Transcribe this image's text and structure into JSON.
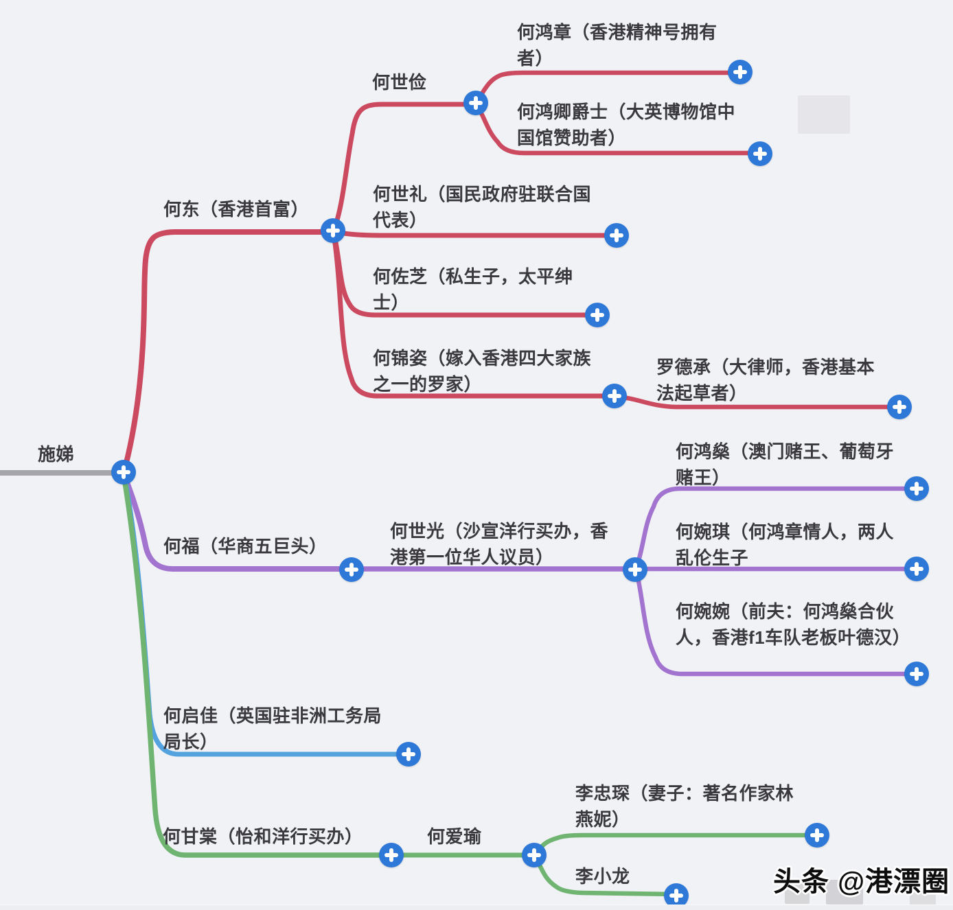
{
  "watermark": {
    "text": "头条 @港漂圈"
  },
  "icons": {
    "expand_button": "plus"
  },
  "colors": {
    "red": "#cb4a5f",
    "purple": "#a274cf",
    "blue_branch": "#54a2de",
    "green": "#6fb470",
    "gray": "#a6a6a8",
    "button": "#2e78d8"
  },
  "root": {
    "label": "施娣"
  },
  "branches": [
    {
      "label": "何东（香港首富）",
      "children": [
        {
          "label": "何世俭",
          "children": [
            {
              "label": "何鸿章（香港精神号拥有者）"
            },
            {
              "label": "何鸿卿爵士（大英博物馆中国馆赞助者）"
            }
          ]
        },
        {
          "label": "何世礼（国民政府驻联合国代表）"
        },
        {
          "label": "何佐芝（私生子，太平绅士）"
        },
        {
          "label": "何锦姿（嫁入香港四大家族之一的罗家）",
          "children": [
            {
              "label": "罗德承（大律师，香港基本法起草者）"
            }
          ]
        }
      ]
    },
    {
      "label": "何福（华商五巨头）",
      "children": [
        {
          "label": "何世光（沙宣洋行买办，香港第一位华人议员）",
          "children": [
            {
              "label": "何鸿燊（澳门赌王、葡萄牙赌王）"
            },
            {
              "label": "何婉琪（何鸿章情人，两人乱伦生子"
            },
            {
              "label": "何婉婉（前夫：何鸿燊合伙人，香港f1车队老板叶德汉）"
            }
          ]
        }
      ]
    },
    {
      "label": "何启佳（英国驻非洲工务局局长）"
    },
    {
      "label": "何甘棠（怡和洋行买办）",
      "children": [
        {
          "label": "何爱瑜",
          "children": [
            {
              "label": "李忠琛（妻子：著名作家林燕妮）"
            },
            {
              "label": "李小龙"
            }
          ]
        }
      ]
    }
  ]
}
